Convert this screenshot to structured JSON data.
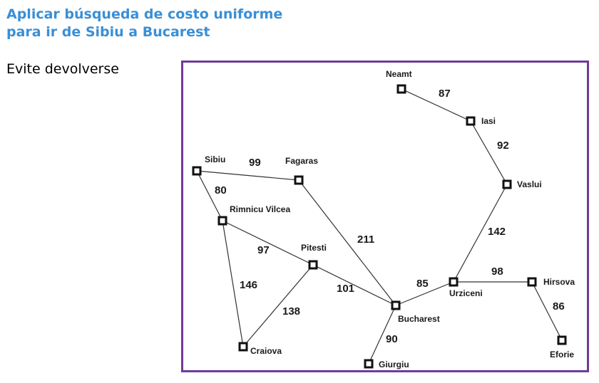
{
  "title": {
    "line1": "Aplicar búsqueda de costo uniforme",
    "line2": "para ir de Sibiu a Bucarest"
  },
  "subtitle": "Evite devolverse",
  "colors": {
    "title": "#3a8fd6",
    "frame": "#6f3a9c"
  },
  "cities": [
    {
      "id": "neamt",
      "label": "Neamt"
    },
    {
      "id": "iasi",
      "label": "Iasi"
    },
    {
      "id": "vaslui",
      "label": "Vaslui"
    },
    {
      "id": "sibiu",
      "label": "Sibiu"
    },
    {
      "id": "fagaras",
      "label": "Fagaras"
    },
    {
      "id": "rimnicu",
      "label": "Rimnicu Vilcea"
    },
    {
      "id": "pitesti",
      "label": "Pitesti"
    },
    {
      "id": "bucharest",
      "label": "Bucharest"
    },
    {
      "id": "urziceni",
      "label": "Urziceni"
    },
    {
      "id": "hirsova",
      "label": "Hirsova"
    },
    {
      "id": "eforie",
      "label": "Eforie"
    },
    {
      "id": "craiova",
      "label": "Craiova"
    },
    {
      "id": "giurgiu",
      "label": "Giurgiu"
    }
  ],
  "edges": [
    {
      "from": "neamt",
      "to": "iasi",
      "cost": "87"
    },
    {
      "from": "iasi",
      "to": "vaslui",
      "cost": "92"
    },
    {
      "from": "vaslui",
      "to": "urziceni",
      "cost": "142"
    },
    {
      "from": "sibiu",
      "to": "fagaras",
      "cost": "99"
    },
    {
      "from": "sibiu",
      "to": "rimnicu",
      "cost": "80"
    },
    {
      "from": "fagaras",
      "to": "bucharest",
      "cost": "211"
    },
    {
      "from": "rimnicu",
      "to": "pitesti",
      "cost": "97"
    },
    {
      "from": "rimnicu",
      "to": "craiova",
      "cost": "146"
    },
    {
      "from": "pitesti",
      "to": "craiova",
      "cost": "138"
    },
    {
      "from": "pitesti",
      "to": "bucharest",
      "cost": "101"
    },
    {
      "from": "bucharest",
      "to": "urziceni",
      "cost": "85"
    },
    {
      "from": "bucharest",
      "to": "giurgiu",
      "cost": "90"
    },
    {
      "from": "urziceni",
      "to": "hirsova",
      "cost": "98"
    },
    {
      "from": "hirsova",
      "to": "eforie",
      "cost": "86"
    }
  ]
}
